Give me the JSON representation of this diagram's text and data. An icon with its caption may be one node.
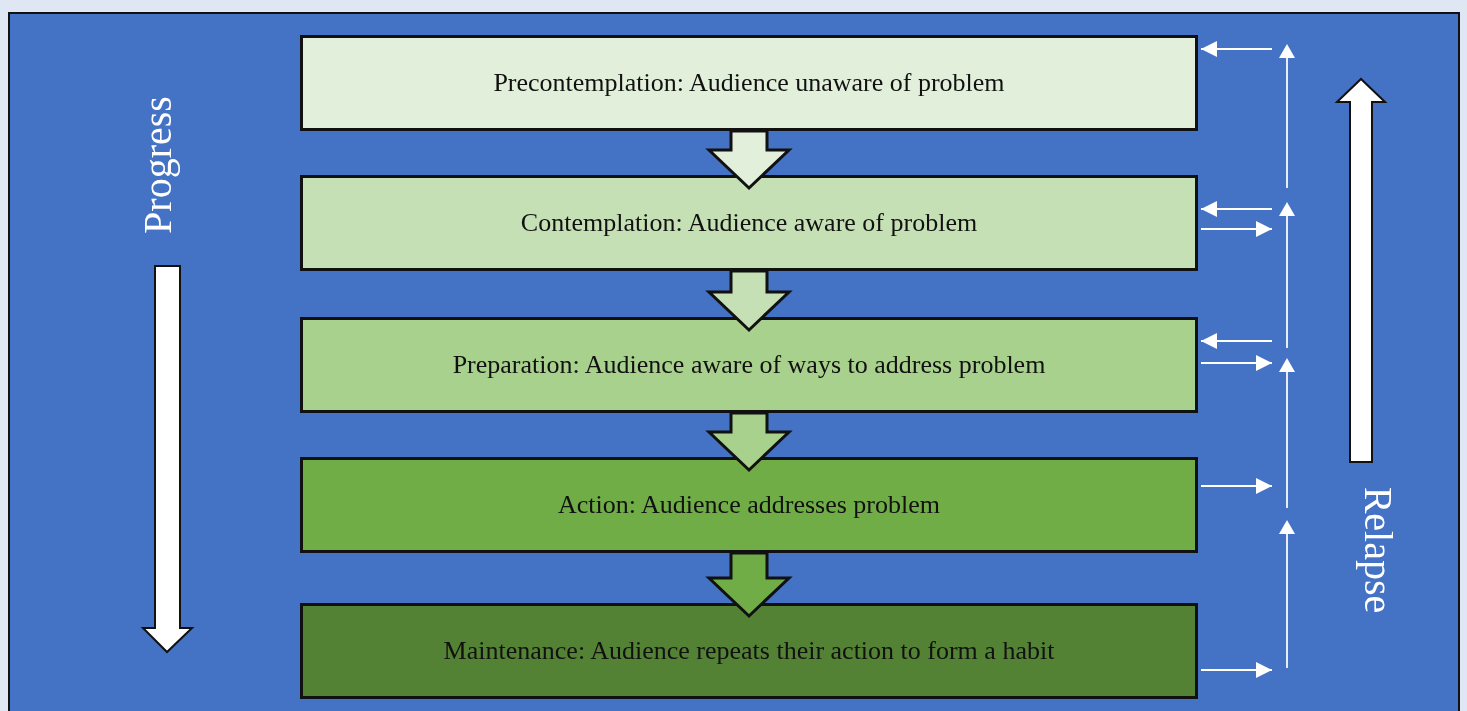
{
  "diagram": {
    "nodes": [
      {
        "text": [
          "Precontemplation: Audience unaware of problem"
        ]
      },
      {
        "text": [
          "Contemplation: Audience aware of problem"
        ]
      },
      {
        "text": [
          "Preparation: Audience aware of ways to address problem"
        ]
      },
      {
        "text": [
          "Action: Audience addresses problem"
        ]
      },
      {
        "text": [
          "Maintenance: Audience repeats their action to form a habit"
        ]
      }
    ],
    "edges": [
      {
        "from": 0,
        "to": 1,
        "arrow": "to",
        "style": "thick",
        "color": "#e2efda"
      },
      {
        "from": 1,
        "to": 2,
        "arrow": "to",
        "style": "thick",
        "color": "#c5e0b4"
      },
      {
        "from": 2,
        "to": 3,
        "arrow": "to",
        "style": "thick",
        "color": "#a9d18e"
      },
      {
        "from": 3,
        "to": 4,
        "arrow": "to",
        "style": "thick",
        "color": "#70ad47"
      },
      {
        "from": null,
        "to": 0,
        "arrow": "to"
      },
      {
        "from": null,
        "to": 1,
        "arrow": "to"
      },
      {
        "from": 1,
        "to": null,
        "arrow": "to"
      },
      {
        "from": null,
        "to": 2,
        "arrow": "to"
      },
      {
        "from": 2,
        "to": null,
        "arrow": "to"
      },
      {
        "from": 3,
        "to": null,
        "arrow": "to"
      },
      {
        "from": 4,
        "to": null,
        "arrow": "to"
      }
    ],
    "labels": [
      "Progress",
      "Relapse"
    ]
  }
}
